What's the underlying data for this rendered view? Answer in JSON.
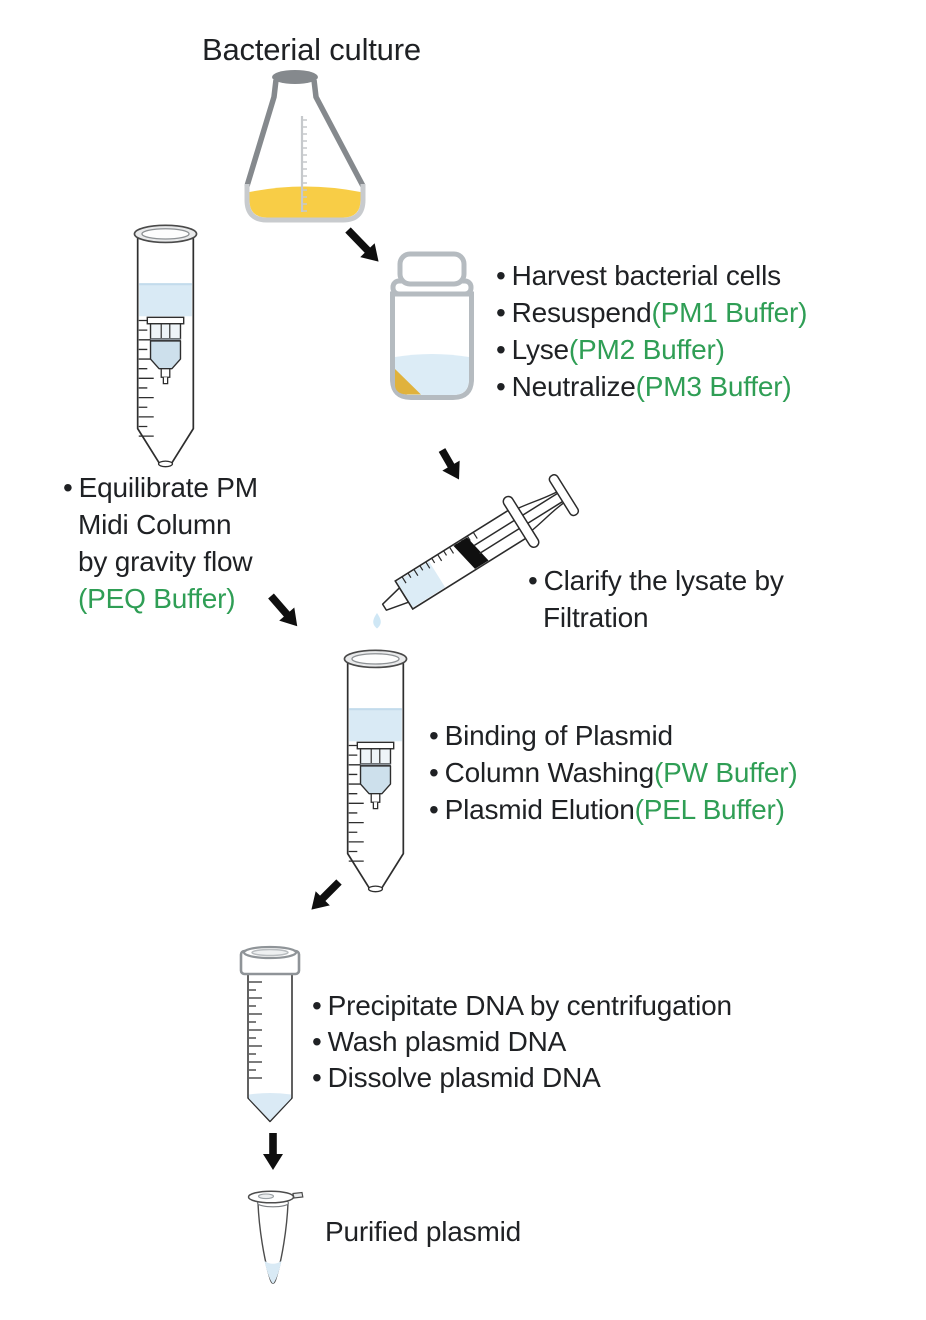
{
  "bullet_char": "•",
  "title": "Bacterial culture",
  "palette": {
    "accent_green": "#2F9E55",
    "text_black": "#1F2124",
    "flask_yellow": "#F8CD46",
    "pellet_yellow": "#E0B23C",
    "liquid_blue": "#DCECF6",
    "flask_gray": "#85898D",
    "bottle_gray": "#B5BBC0"
  },
  "icons": [
    "erlenmeyer-flask-icon",
    "reagent-bottle-icon",
    "syringe-icon",
    "droplet-icon",
    "midi-column-icon",
    "centrifuge-tube-icon",
    "microcentrifuge-tube-icon",
    "arrow-icon"
  ],
  "steps": {
    "lysis": {
      "bullets": [
        {
          "pre": "Harvest bacterial cells",
          "green": ""
        },
        {
          "pre": "Resuspend ",
          "green": "(PM1 Buffer)"
        },
        {
          "pre": "Lyse ",
          "green": "(PM2 Buffer)"
        },
        {
          "pre": "Neutralize ",
          "green": "(PM3 Buffer)"
        }
      ]
    },
    "clarify": {
      "line1": "Clarify the lysate by",
      "line2": "Filtration"
    },
    "equilibrate": {
      "line1": "Equilibrate PM",
      "line2": "Midi Column",
      "line3": "by gravity flow",
      "green": "(PEQ Buffer)"
    },
    "column": {
      "bullets": [
        {
          "pre": "Binding of Plasmid",
          "green": ""
        },
        {
          "pre": "Column Washing ",
          "green": "(PW Buffer)"
        },
        {
          "pre": "Plasmid Elution ",
          "green": "(PEL Buffer)"
        }
      ]
    },
    "precipitate": {
      "bullets": [
        {
          "pre": "Precipitate DNA by centrifugation"
        },
        {
          "pre": "Wash plasmid DNA"
        },
        {
          "pre": "Dissolve plasmid DNA"
        }
      ]
    },
    "final_label": "Purified plasmid"
  }
}
